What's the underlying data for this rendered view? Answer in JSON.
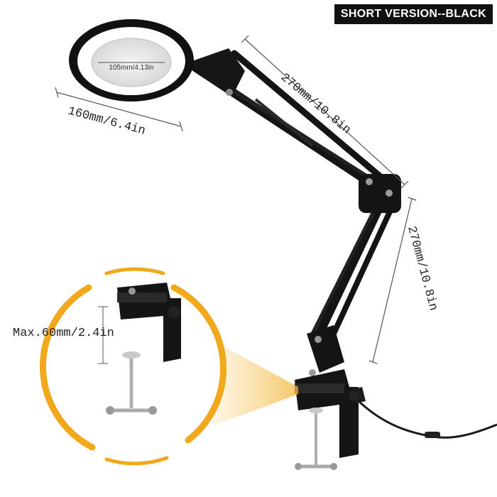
{
  "badge": "SHORT VERSION--BLACK",
  "dimensions": {
    "lens_inner": "105mm/4.13in",
    "head_width": "160mm/6.4in",
    "upper_arm": "270mm/10.8in",
    "lower_arm": "270mm/10.8in",
    "clamp_max": "Max.60mm/2.4in"
  },
  "colors": {
    "lamp_body": "#141414",
    "accent_ring": "#f2a81d",
    "dimension_line": "#555555"
  }
}
